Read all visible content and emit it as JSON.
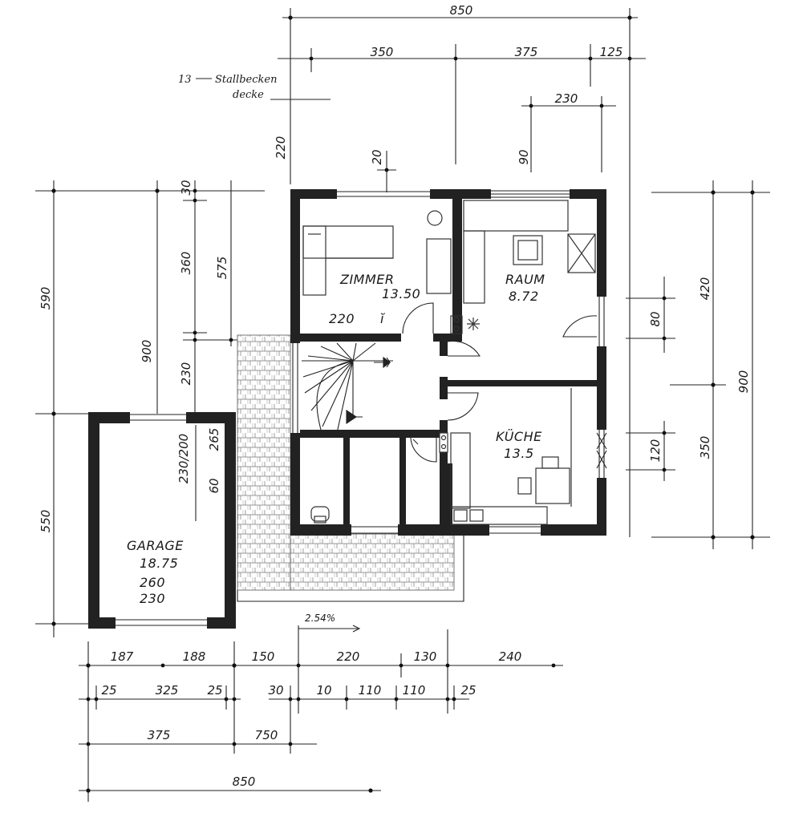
{
  "note": {
    "number": "13",
    "line1": "Stallbecken",
    "line2": "decke"
  },
  "rooms": {
    "zimmer": {
      "name": "ZIMMER",
      "area": "13.50",
      "height": "220",
      "mark": "ĭ"
    },
    "raum": {
      "name": "RAUM",
      "area": "8.72"
    },
    "kueche": {
      "name": "KÜCHE",
      "area": "13.5"
    },
    "garage": {
      "name": "GARAGE",
      "area": "18.75",
      "width": "260",
      "height": "230"
    },
    "garage_door_label": "230/200",
    "garage_dims": {
      "upper": "265",
      "lower": "60"
    }
  },
  "stair_slope": "2.54%",
  "dims_top": {
    "total": "850",
    "segments": [
      "350",
      "375",
      "125"
    ],
    "right_segment": "230",
    "left_vertical": "220",
    "window_vert_left": "20",
    "window_vert_right": "90"
  },
  "dims_left": {
    "outer_upper": "590",
    "outer_lower": "550",
    "middle": "900",
    "inner_top": "30",
    "inner_mid": "360",
    "inner_low": "230",
    "inner_575": "575"
  },
  "dims_right": {
    "outer_upper": "420",
    "outer_lower": "350",
    "total": "900",
    "window_upper": "80",
    "window_lower": "120"
  },
  "dims_bottom": {
    "row1": [
      "187",
      "188",
      "150",
      "220",
      "130",
      "240"
    ],
    "row2": [
      "25",
      "325",
      "25",
      "30",
      "10",
      "110",
      "110",
      "25"
    ],
    "row3": [
      "375",
      "750"
    ],
    "row4": "850"
  }
}
